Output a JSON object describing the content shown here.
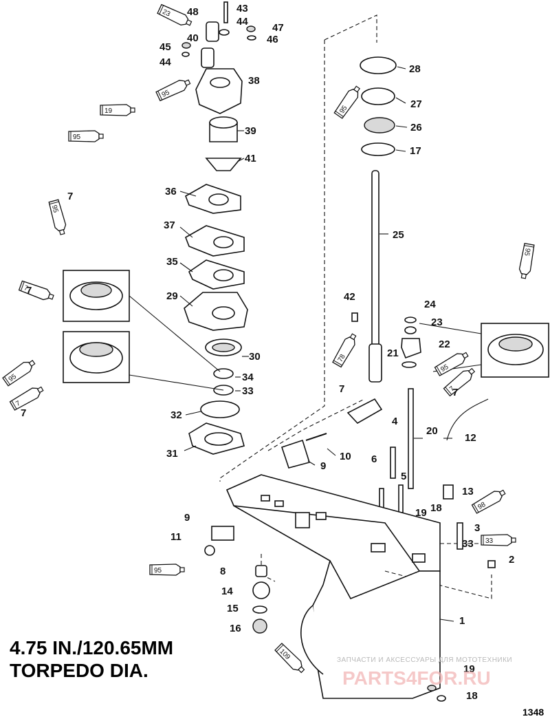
{
  "diagram": {
    "title_lines": [
      "4.75 IN./120.65MM",
      "TORPEDO DIA."
    ],
    "figure_code": "1348",
    "watermark": {
      "line": "ЗАПЧАСТИ И АКСЕССУАРЫ ДЛЯ МОТОТЕХНИКИ",
      "logo": "PARTS4FOR.RU"
    },
    "callouts": [
      "1",
      "2",
      "3",
      "4",
      "5",
      "6",
      "7",
      "7",
      "7",
      "7",
      "7",
      "8",
      "9",
      "9",
      "10",
      "11",
      "12",
      "13",
      "14",
      "15",
      "16",
      "17",
      "18",
      "18",
      "19",
      "19",
      "20",
      "21",
      "22",
      "23",
      "24",
      "25",
      "26",
      "27",
      "28",
      "29",
      "30",
      "31",
      "32",
      "33",
      "33",
      "34",
      "35",
      "36",
      "37",
      "38",
      "39",
      "40",
      "41",
      "42",
      "43",
      "44",
      "44",
      "45",
      "46",
      "47",
      "48"
    ],
    "lubricant_tubes": [
      "23",
      "95",
      "19",
      "95",
      "95",
      "95",
      "95",
      "78",
      "95",
      "98",
      "33",
      "95",
      "109"
    ]
  }
}
